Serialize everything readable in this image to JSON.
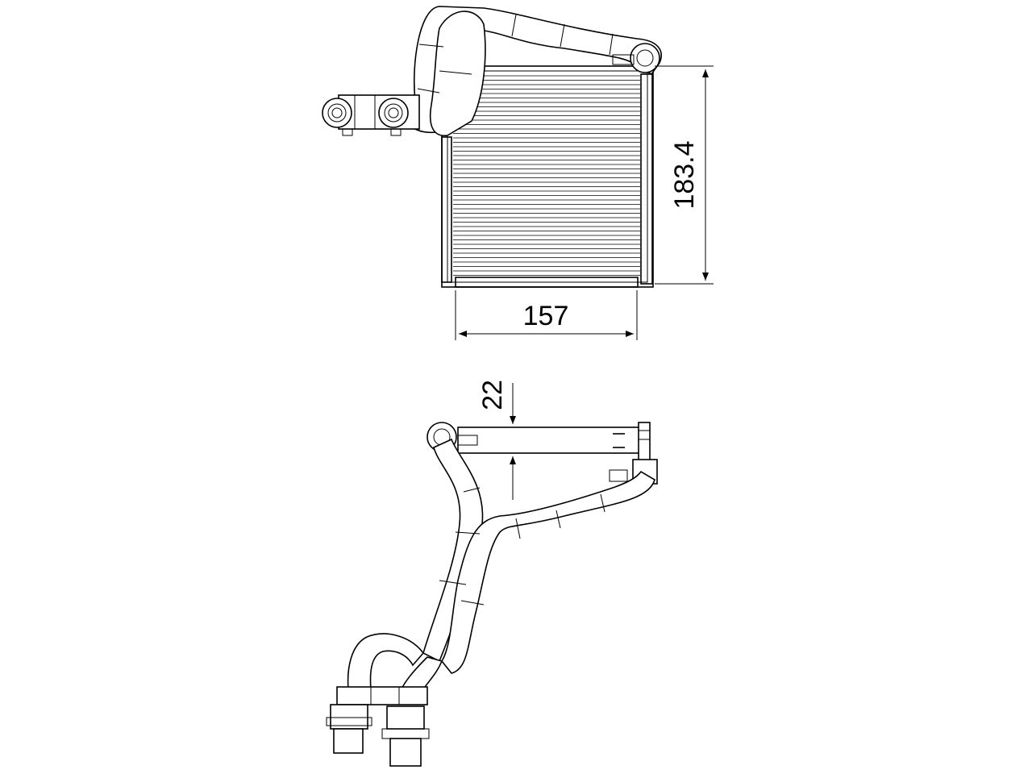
{
  "dimensions": {
    "height_label": "183.4",
    "width_label": "157",
    "depth_label": "22"
  },
  "colors": {
    "line": "#000000",
    "background": "#ffffff"
  }
}
